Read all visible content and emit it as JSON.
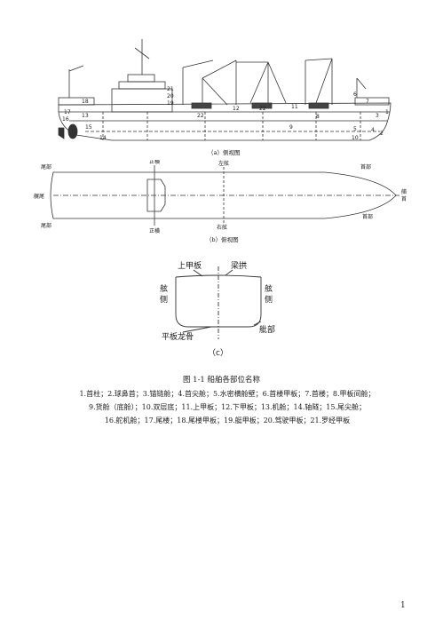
{
  "side_view": {
    "caption": "（a）侧视图",
    "numbers": [
      "1",
      "2",
      "3",
      "4",
      "5",
      "6",
      "7",
      "8",
      "9",
      "10",
      "11",
      "12",
      "13",
      "14",
      "15",
      "16",
      "17",
      "18",
      "19",
      "20",
      "21",
      "22"
    ]
  },
  "plan_view": {
    "caption": "（b）俯视图",
    "stern_top": "尾部",
    "stern_bottom": "尾部",
    "bow_top": "首部",
    "bow_bottom": "首部",
    "stern_end": "艉尾",
    "bow_end_1": "艏",
    "bow_end_2": "首",
    "port_label": "左舷",
    "starboard_label": "右舷",
    "center_top": "正横",
    "center_bottom": "正横"
  },
  "section_view": {
    "caption": "（c）",
    "main_deck": "上甲板",
    "camber": "梁拱",
    "side_left_1": "舷",
    "side_left_2": "侧",
    "side_right_1": "舷",
    "side_right_2": "侧",
    "bilge": "舭部",
    "flat_keel": "平板龙骨"
  },
  "figure_title": "图 1-1  船舶各部位名称",
  "legend_lines": [
    "1.首柱；2.球鼻首；3.锚链舱；4.首尖舱；5.水密横舱壁；6.首楼甲板；7.首楼；8.甲板间舱；",
    "9.货舱（底舱）；10.双层底；11.上甲板；12.下甲板；13.机舱；14.轴隧；15.尾尖舱；",
    "16.舵机舱；17.尾楼；18.尾楼甲板；19.艇甲板；20.驾驶甲板；21.罗经甲板"
  ],
  "page_number": "1"
}
